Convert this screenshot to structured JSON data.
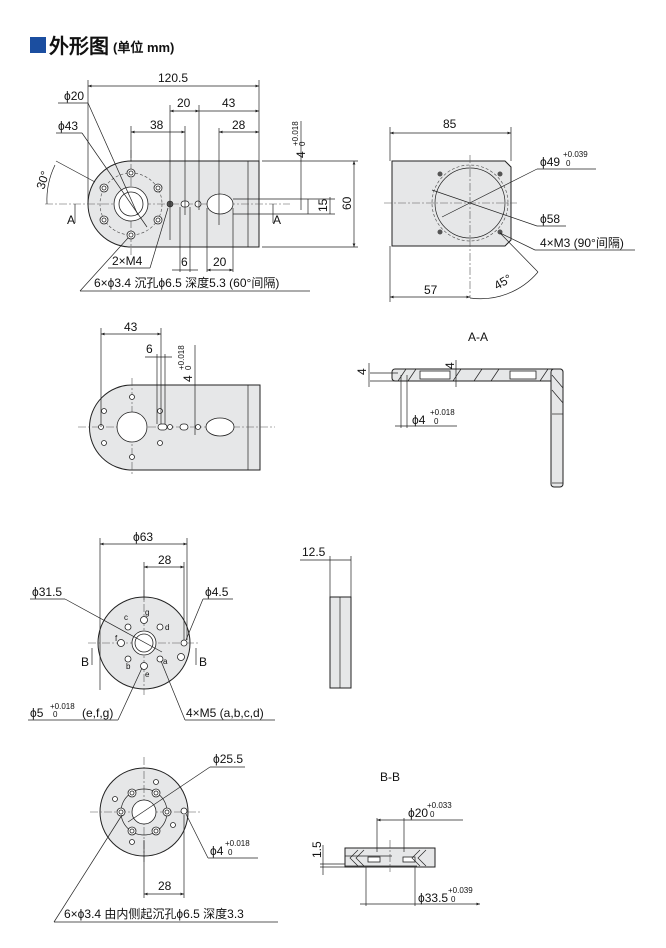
{
  "header": {
    "title": "外形图",
    "unit": "(单位 mm)"
  },
  "view_top": {
    "d_120_5": "120.5",
    "d_20": "20",
    "d_43": "43",
    "d_38": "38",
    "d_28": "28",
    "phi20": "ϕ20",
    "phi43": "ϕ43",
    "angle30": "30°",
    "section_a": "A",
    "tol4": "4",
    "tol4_sup": "+0.018",
    "tol4_sub": "0",
    "d_15": "15",
    "d_60": "60",
    "m4": "2×M4",
    "d_6": "6",
    "d_20b": "20",
    "note": "6×ϕ3.4 沉孔ϕ6.5 深度5.3 (60°间隔)"
  },
  "view_right": {
    "d_85": "85",
    "phi49": "ϕ49",
    "phi49_sup": "+0.039",
    "phi49_sub": "0",
    "phi58": "ϕ58",
    "m3": "4×M3 (90°间隔)",
    "d_57": "57",
    "angle45": "45°"
  },
  "view_mid": {
    "d_43": "43",
    "d_6": "6",
    "tol4": "4",
    "tol4_sup": "+0.018",
    "tol4_sub": "0"
  },
  "section_aa": {
    "title": "A-A",
    "d_4a": "4",
    "d_4b": "4",
    "phi4": "ϕ4",
    "phi4_sup": "+0.018",
    "phi4_sub": "0"
  },
  "side": {
    "d_12_5": "12.5"
  },
  "flange_front": {
    "phi63": "ϕ63",
    "d_28": "28",
    "phi31_5": "ϕ31.5",
    "phi4_5": "ϕ4.5",
    "section_b": "B",
    "phi5": "ϕ5",
    "phi5_sup": "+0.018",
    "phi5_sub": "0",
    "phi5_tail": "(e,f,g)",
    "m5": "4×M5 (a,b,c,d)",
    "letters": [
      "a",
      "b",
      "c",
      "d",
      "e",
      "f",
      "g"
    ]
  },
  "flange_back": {
    "phi25_5": "ϕ25.5",
    "phi4": "ϕ4",
    "phi4_sup": "+0.018",
    "phi4_sub": "0",
    "d_28": "28",
    "note": "6×ϕ3.4 由内侧起沉孔ϕ6.5 深度3.3"
  },
  "section_bb": {
    "title": "B-B",
    "phi20": "ϕ20",
    "phi20_sup": "+0.033",
    "phi20_sub": "0",
    "d_1_5": "1.5",
    "phi33_5": "ϕ33.5",
    "phi33_5_sup": "+0.039",
    "phi33_5_sub": "0"
  }
}
